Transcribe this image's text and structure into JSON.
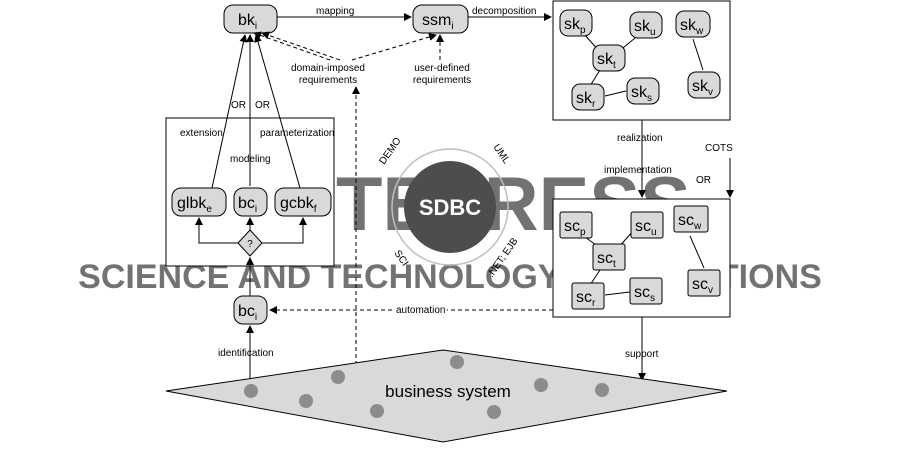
{
  "watermark": {
    "line1": "SCITEPRESS",
    "line2": "SCIENCE AND TECHNOLOGY PUBLICATIONS"
  },
  "nodes": {
    "bk": {
      "base": "bk",
      "sub": "i"
    },
    "ssm": {
      "base": "ssm",
      "sub": "i"
    },
    "glbk": {
      "base": "glbk",
      "sub": "e"
    },
    "bc_center": {
      "base": "bc",
      "sub": "i"
    },
    "gcbk": {
      "base": "gcbk",
      "sub": "f"
    },
    "decision": "?",
    "bc_bottom": {
      "base": "bc",
      "sub": "i"
    }
  },
  "skeletons": [
    {
      "base": "sk",
      "sub": "p"
    },
    {
      "base": "sk",
      "sub": "u"
    },
    {
      "base": "sk",
      "sub": "w"
    },
    {
      "base": "sk",
      "sub": "t"
    },
    {
      "base": "sk",
      "sub": "r"
    },
    {
      "base": "sk",
      "sub": "s"
    },
    {
      "base": "sk",
      "sub": "v"
    }
  ],
  "components": [
    {
      "base": "sc",
      "sub": "p"
    },
    {
      "base": "sc",
      "sub": "u"
    },
    {
      "base": "sc",
      "sub": "w"
    },
    {
      "base": "sc",
      "sub": "t"
    },
    {
      "base": "sc",
      "sub": "r"
    },
    {
      "base": "sc",
      "sub": "s"
    },
    {
      "base": "sc",
      "sub": "v"
    }
  ],
  "labels": {
    "mapping": "mapping",
    "decomposition": "decomposition",
    "domain_imposed_1": "domain-imposed",
    "domain_imposed_2": "requirements",
    "user_defined_1": "user-defined",
    "user_defined_2": "requirements",
    "or_left": "OR",
    "or_right": "OR",
    "extension": "extension",
    "parameterization": "parameterization",
    "modeling": "modeling",
    "realization": "realization",
    "implementation": "implementation",
    "cots": "COTS",
    "or_cots": "OR",
    "automation": "automation",
    "identification": "identification",
    "support": "support",
    "business_system": "business system"
  },
  "sdbc": {
    "center": "SDBC",
    "demo": "DEMO",
    "uml": "UML",
    "sci": "SCI",
    "net_ejb": ".NET; EJB"
  },
  "colors": {
    "node_fill": "#d9d9d9",
    "sdbc_fill": "#4d4d4d",
    "ring": "#bfbfbf",
    "diamond_fill": "#d9d9d9",
    "dot_fill": "#8c8c8c",
    "watermark": "#dcdcdc"
  }
}
